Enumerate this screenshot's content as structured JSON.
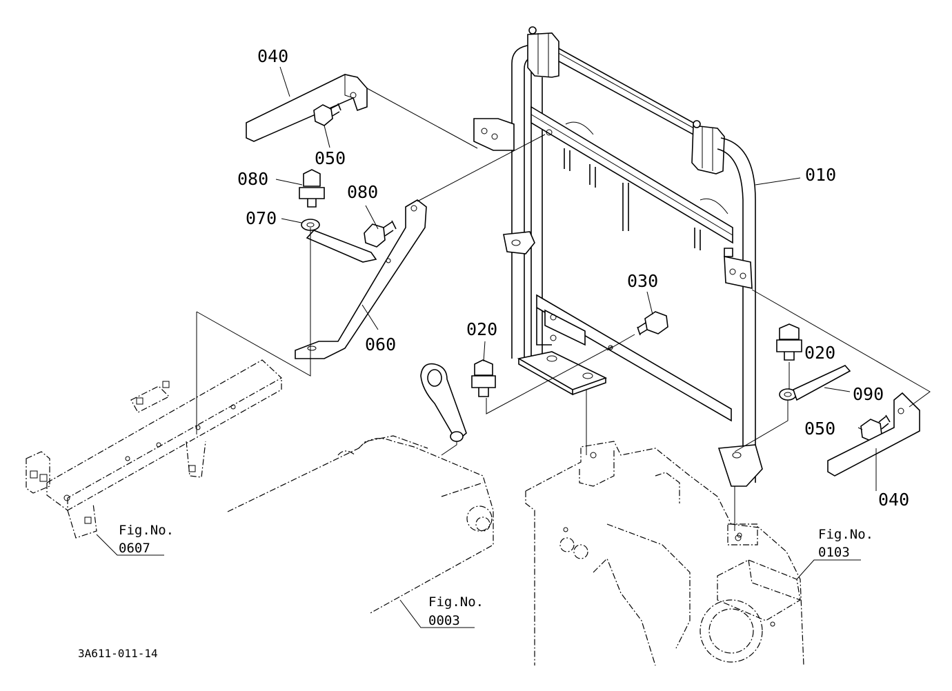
{
  "diagram": {
    "part_numbers": {
      "p010": "010",
      "p020_left": "020",
      "p020_right": "020",
      "p030": "030",
      "p040_top": "040",
      "p040_bottom": "040",
      "p050_top": "050",
      "p050_bottom": "050",
      "p060": "060",
      "p070": "070",
      "p080_left": "080",
      "p080_right": "080",
      "p090": "090"
    },
    "figure_refs": [
      {
        "label": "Fig.No.",
        "number": "0607"
      },
      {
        "label": "Fig.No.",
        "number": "0003"
      },
      {
        "label": "Fig.No.",
        "number": "0103"
      }
    ],
    "drawing_code": "3A611-011-14"
  }
}
